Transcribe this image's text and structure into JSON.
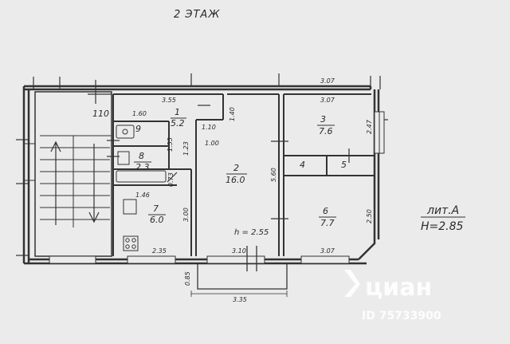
{
  "title": "2 ЭТАЖ",
  "stair_label": "110",
  "rooms": [
    {
      "id": "room-1",
      "num": "1",
      "area": "5.2"
    },
    {
      "id": "room-2",
      "num": "2",
      "area": "16.0"
    },
    {
      "id": "room-3",
      "num": "3",
      "area": "7.6"
    },
    {
      "id": "room-4",
      "num": "4",
      "area": ""
    },
    {
      "id": "room-5",
      "num": "5",
      "area": ""
    },
    {
      "id": "room-6",
      "num": "6",
      "area": "7.7"
    },
    {
      "id": "room-7",
      "num": "7",
      "area": "6.0"
    },
    {
      "id": "room-8",
      "num": "8",
      "area": "2.3"
    },
    {
      "id": "room-9",
      "num": "9",
      "area": ""
    }
  ],
  "dimensions": {
    "top_right": "3.07",
    "room3_top": "3.07",
    "room6_bottom": "3.07",
    "top_mid": "3.55",
    "hall_left": "1.60",
    "hall_v": "1.40",
    "door_w": "1.10",
    "door_w2": "1.00",
    "bath_h": "1.55",
    "hall_h": "1.23",
    "wc_w": "0.73",
    "kitchen_w": "1.46",
    "kitchen_h": "3.00",
    "kitchen_bottom": "2.35",
    "living_h": "5.60",
    "living_bottom": "3.10",
    "room3_h": "2.47",
    "room6_h": "2.50",
    "balcony_w": "3.35",
    "balcony_d": "0.85"
  },
  "ceiling_height_label": "h = 2.55",
  "liter_label": "лит.А",
  "liter_height": "H=2.85",
  "watermark": {
    "brand": "циан",
    "id_text": "ID 75733900"
  }
}
